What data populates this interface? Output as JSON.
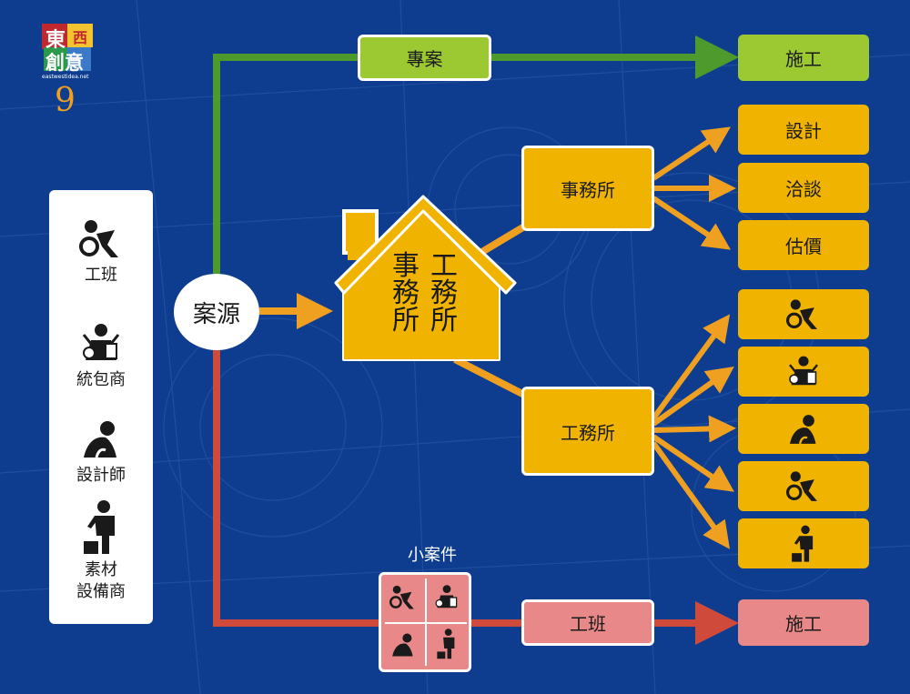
{
  "logo": {
    "line1a": "東",
    "line1b": "西",
    "line2": "創意",
    "url": "eastwestidea.net",
    "page_number": "9"
  },
  "legend": [
    {
      "label": "工班",
      "icon": "worker-icon"
    },
    {
      "label": "統包商",
      "icon": "contractor-icon"
    },
    {
      "label": "設計師",
      "icon": "designer-icon"
    },
    {
      "label_line1": "素材",
      "label_line2": "設備商",
      "icon": "supplier-icon"
    }
  ],
  "source": "案源",
  "house": {
    "col_left": [
      "事",
      "務",
      "所"
    ],
    "col_right": [
      "工",
      "務",
      "所"
    ]
  },
  "project": "專案",
  "project_result": "施工",
  "office_a": "事務所",
  "office_a_targets": [
    "設計",
    "洽談",
    "估價"
  ],
  "office_b": "工務所",
  "office_b_targets": [
    "worker-icon",
    "contractor-icon",
    "designer-icon",
    "worker-icon",
    "supplier-icon"
  ],
  "small_case": {
    "label": "小案件",
    "icons": [
      "worker-icon",
      "contractor-icon",
      "designer-icon",
      "supplier-icon"
    ]
  },
  "crew": "工班",
  "crew_result": "施工",
  "colors": {
    "background": "#0e3d8f",
    "green_line": "#4f9a2c",
    "orange_line": "#f0a020",
    "red_line": "#d04a3c",
    "orange_box": "#f0b400",
    "green_box": "#9cc832",
    "pink_box": "#e88888"
  }
}
